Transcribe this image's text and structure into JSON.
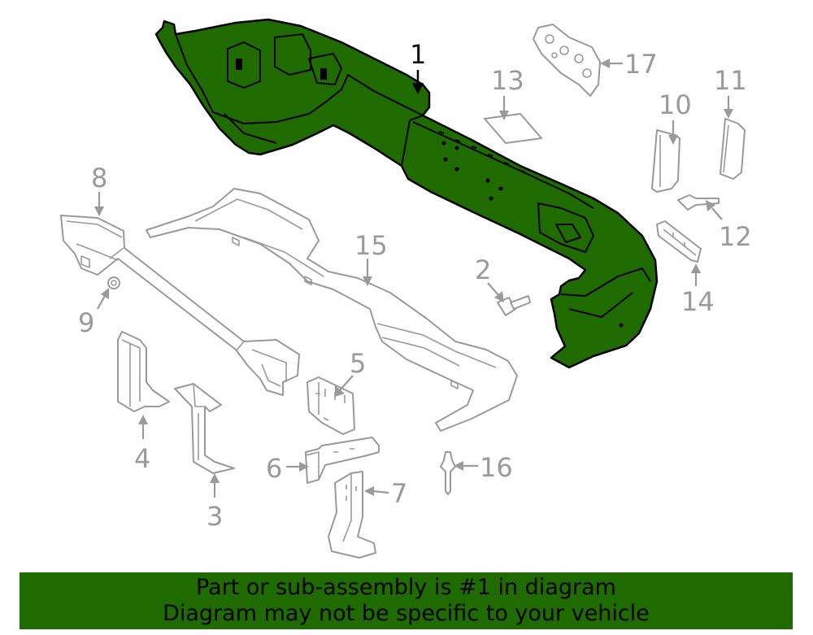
{
  "diagram": {
    "highlighted_part": "1",
    "highlight_color": "#1f6b00",
    "line_color": "#9a9a9a",
    "callouts": {
      "c1": "1",
      "c2": "2",
      "c3": "3",
      "c4": "4",
      "c5": "5",
      "c6": "6",
      "c7": "7",
      "c8": "8",
      "c9": "9",
      "c10": "10",
      "c11": "11",
      "c12": "12",
      "c13": "13",
      "c14": "14",
      "c15": "15",
      "c16": "16",
      "c17": "17"
    }
  },
  "banner": {
    "line1": "Part or sub-assembly is #1 in diagram",
    "line2": "Diagram may not be specific to your vehicle",
    "background": "#1f6b00"
  }
}
